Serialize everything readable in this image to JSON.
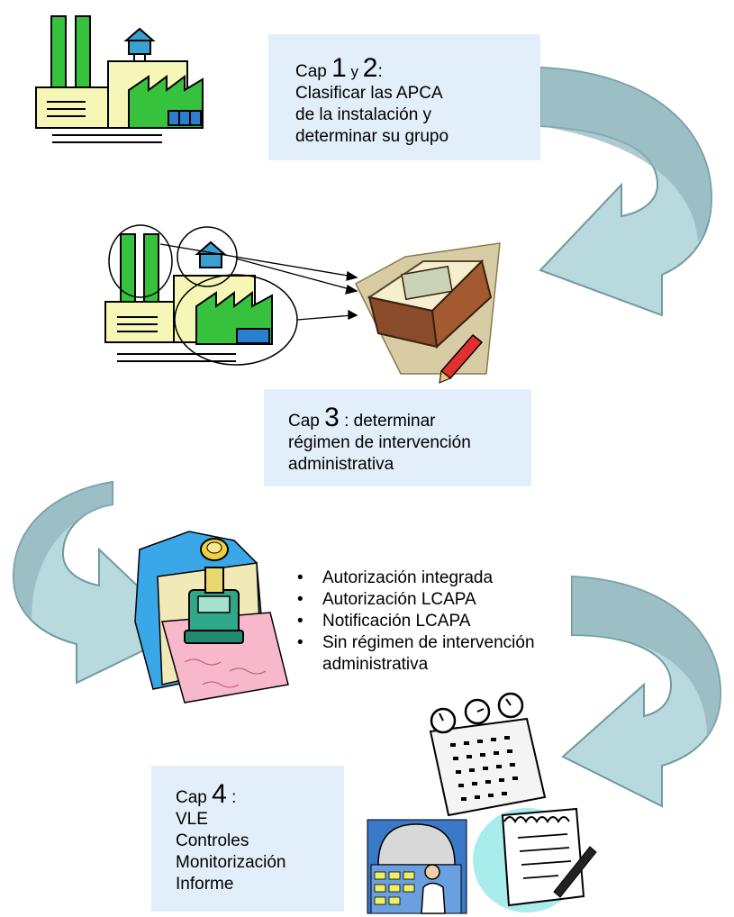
{
  "step1": {
    "prefix": "Cap ",
    "num_a": "1",
    "join": " y ",
    "num_b": "2",
    "suffix": ":",
    "lines": [
      "Clasificar las APCA",
      "de la instalación y",
      "determinar su grupo"
    ]
  },
  "step2": {
    "prefix": "Cap ",
    "num": "3",
    "suffix": " : determinar",
    "lines": [
      "régimen de  intervención",
      "administrativa"
    ]
  },
  "regimes": {
    "items": [
      "Autorización integrada",
      "Autorización LCAPA",
      "Notificación LCAPA",
      "Sin régimen de intervención administrativa"
    ]
  },
  "step3": {
    "prefix": "Cap ",
    "num": "4",
    "suffix": " :",
    "lines": [
      "VLE",
      "Controles",
      "Monitorización",
      "Informe"
    ]
  },
  "colors": {
    "arrow_fill": "#b3d6db",
    "arrow_stroke": "#6f9aa0",
    "box_bg": "#e3eefb",
    "factory_green": "#36c23c",
    "factory_yellow": "#f6f7b6",
    "tower_blue": "#3aa0d0"
  }
}
